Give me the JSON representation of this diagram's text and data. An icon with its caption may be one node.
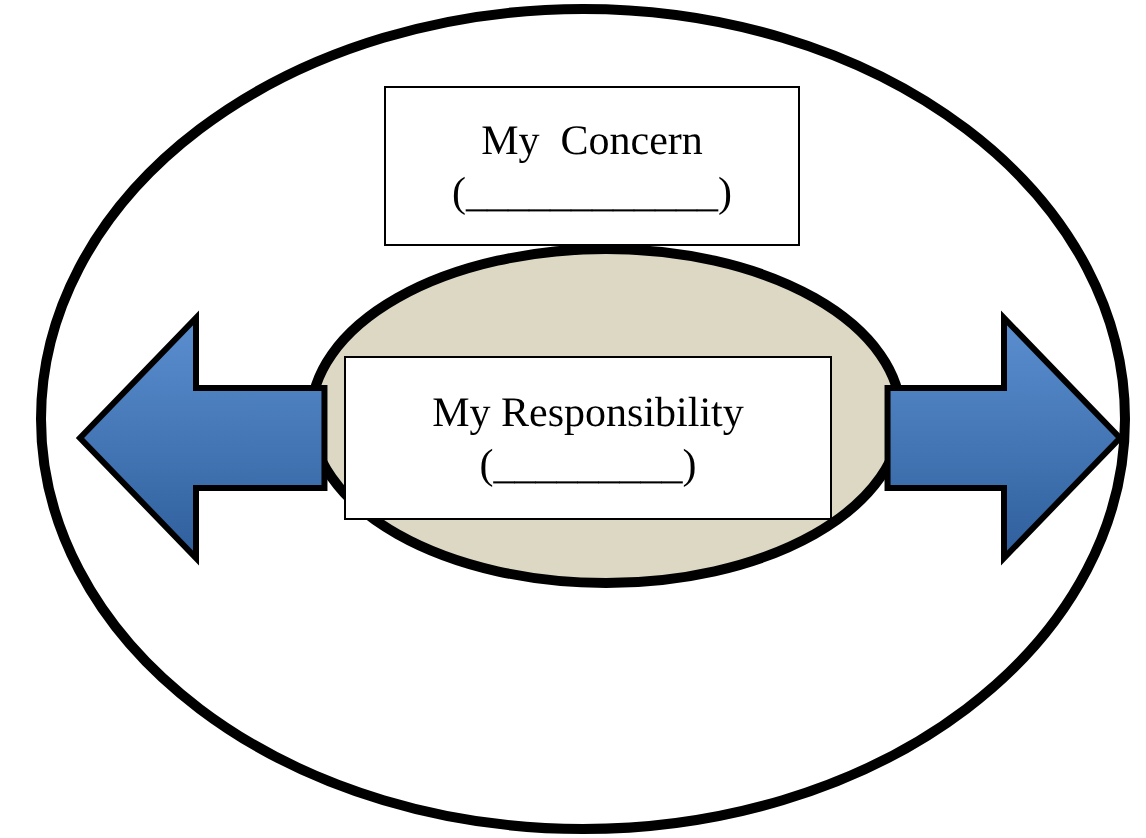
{
  "diagram": {
    "nodes": [
      {
        "text": [],
        "shape": "ellipse"
      },
      {
        "text": [
          "My  Concern",
          "(____________)"
        ],
        "in": 0
      },
      {
        "text": [],
        "shape": "ellipse",
        "in": 0
      },
      {
        "text": [
          "My Responsibility",
          "(_________)"
        ],
        "in": 2
      }
    ],
    "edges": [
      {
        "from": 2,
        "to": null,
        "arrow": "to"
      },
      {
        "from": 2,
        "to": null,
        "arrow": "to"
      }
    ]
  }
}
